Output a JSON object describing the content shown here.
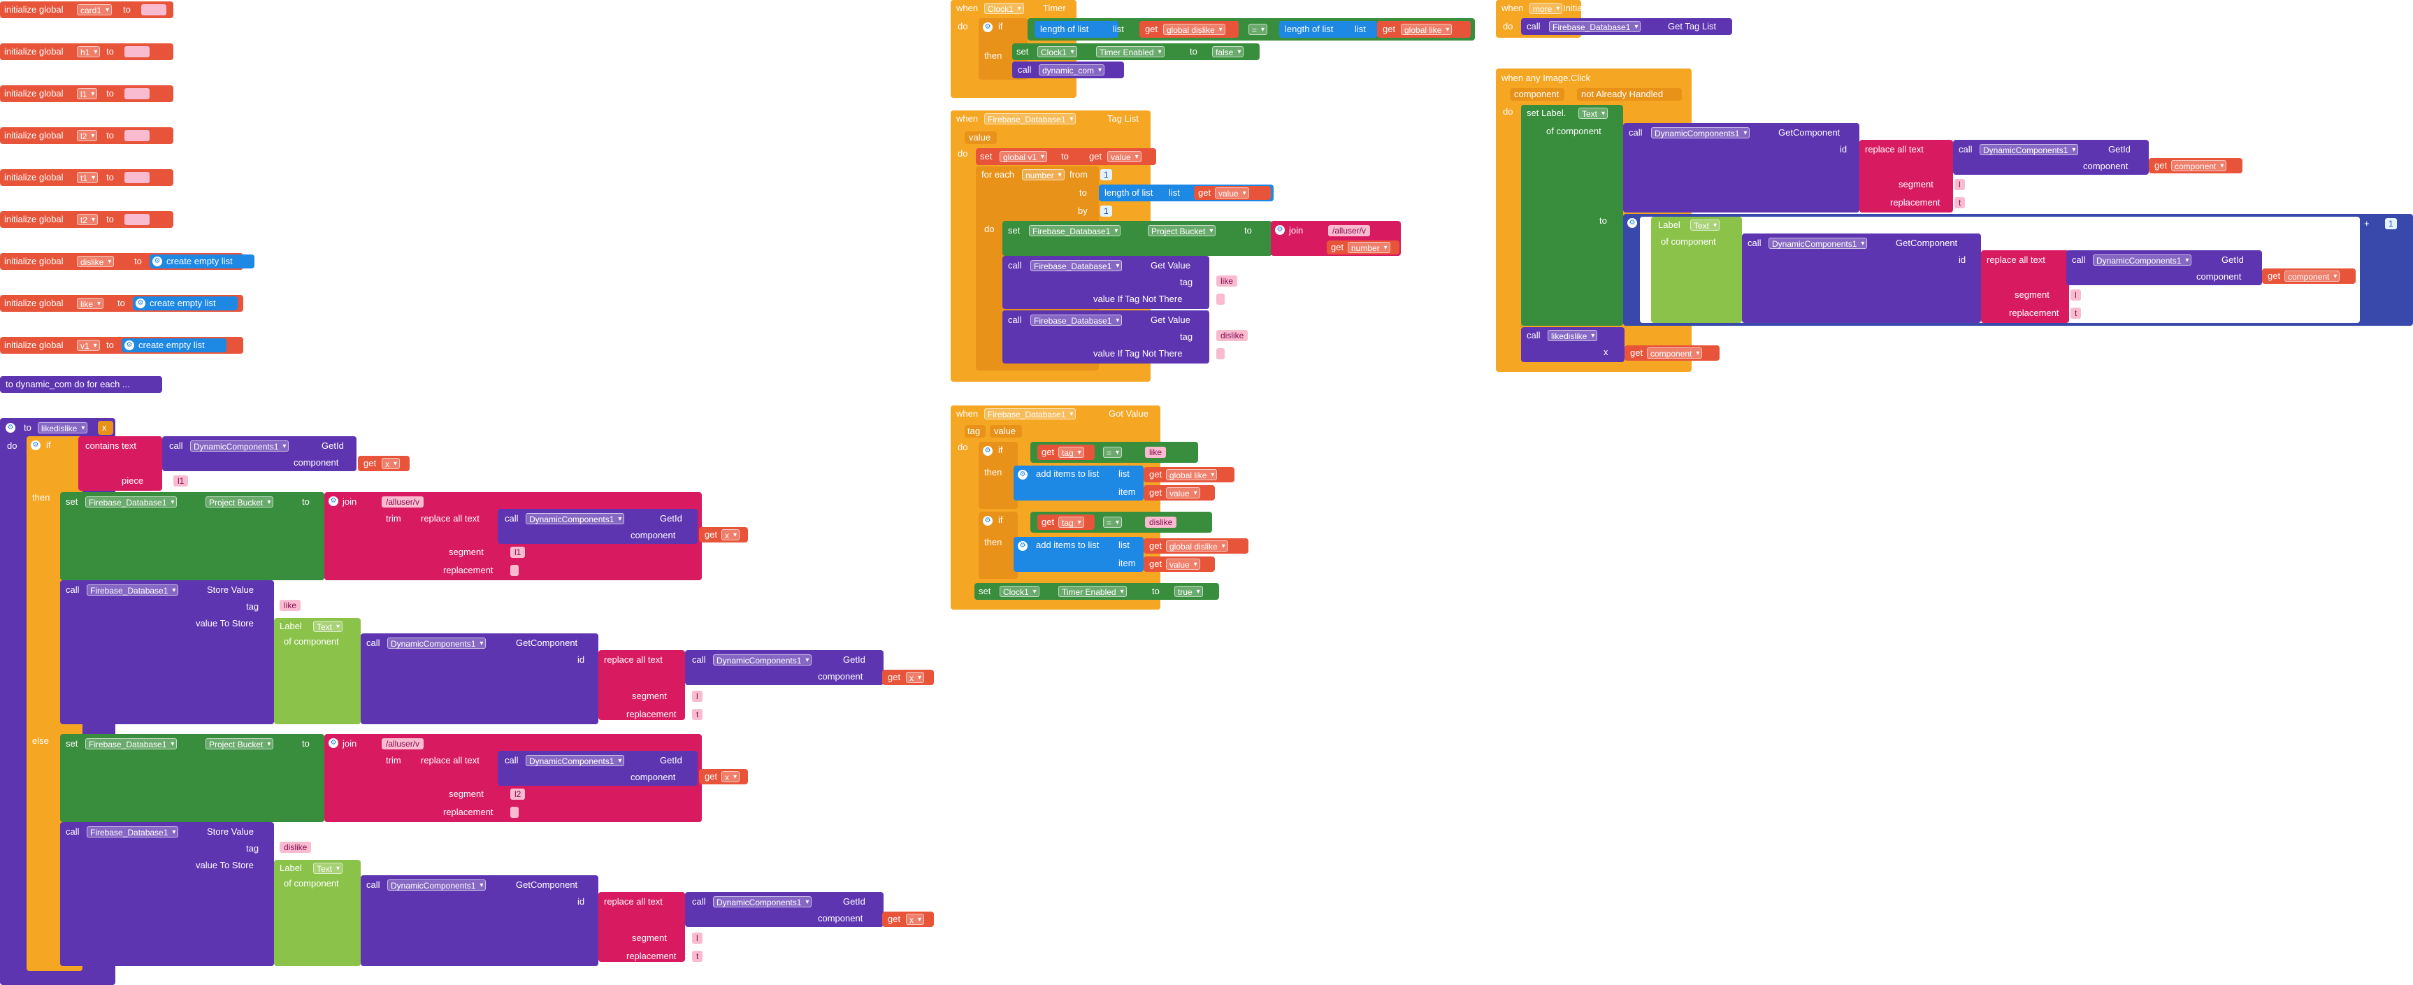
{
  "left": {
    "inits": [
      {
        "label": "initialize global",
        "name": "card1",
        "to": "to",
        "value": " "
      },
      {
        "label": "initialize global",
        "name": "h1",
        "to": "to",
        "value": " "
      },
      {
        "label": "initialize global",
        "name": "l1",
        "to": "to",
        "value": " "
      },
      {
        "label": "initialize global",
        "name": "l2",
        "to": "to",
        "value": " "
      },
      {
        "label": "initialize global",
        "name": "t1",
        "to": "to",
        "value": " "
      },
      {
        "label": "initialize global",
        "name": "t2",
        "to": "to",
        "value": " "
      },
      {
        "label": "initialize global",
        "name": "dislike",
        "to": "to",
        "value": "create empty list"
      },
      {
        "label": "initialize global",
        "name": "like",
        "to": "to",
        "value": "create empty list"
      },
      {
        "label": "initialize global",
        "name": "v1",
        "to": "to",
        "value": "create empty list"
      }
    ],
    "dynamic_proc": "to dynamic_com do for each ...",
    "proc": {
      "to": "to",
      "name": "likedislike",
      "param": "x",
      "do": "do",
      "if": "if",
      "contains_text": "contains text",
      "call": "call",
      "dc": "DynamicComponents1",
      "getid": "GetId",
      "component": "component",
      "get": "get",
      "x": "x",
      "piece": "piece",
      "piece_val": "l1",
      "then": "then",
      "else": "else",
      "set": "set",
      "fb": "Firebase_Database1",
      "project_bucket": "Project Bucket",
      "to2": "to",
      "join": "join",
      "path": "/alluser/v",
      "trim": "trim",
      "replace_all": "replace all text",
      "segment": "segment",
      "replacement": "replacement",
      "seg1": "l1",
      "seg2": "l2",
      "blank": " ",
      "store_value": "Store Value",
      "tag": "tag",
      "like": "like",
      "dislike": "dislike",
      "value_to_store": "value To Store",
      "label": "Label",
      "text": "Text",
      "of_component": "of component",
      "getcomponent": "GetComponent",
      "id": "id",
      "seg_t": "l",
      "seg_t2": "t"
    }
  },
  "mid": {
    "timer": {
      "when": "when",
      "clock": "Clock1",
      "event": "Timer",
      "do": "do",
      "if": "if",
      "length_of_list": "length of list",
      "list": "list",
      "get": "get",
      "global_dislike": "global dislike",
      "op": "=",
      "global_like": "global like",
      "then": "then",
      "set": "set",
      "timer_enabled": "Timer Enabled",
      "to": "to",
      "false": "false",
      "call": "call",
      "dynamic_com": "dynamic_com"
    },
    "taglist": {
      "when": "when",
      "fb": "Firebase_Database1",
      "event": "Tag List",
      "value": "value",
      "do": "do",
      "set": "set",
      "global_v1": "global v1",
      "to": "to",
      "get": "get",
      "for_each": "for each",
      "number": "number",
      "from": "from",
      "one": "1",
      "length_of_list": "length of list",
      "list": "list",
      "by": "by",
      "project_bucket": "Project Bucket",
      "join": "join",
      "path": "/alluser/v",
      "call": "call",
      "getvalue": "Get Value",
      "tag": "tag",
      "like": "like",
      "dislike": "dislike",
      "value_if": "value If Tag Not There",
      "blank": " "
    },
    "gotvalue": {
      "when": "when",
      "fb": "Firebase_Database1",
      "event": "Got Value",
      "tag": "tag",
      "value": "value",
      "do": "do",
      "if": "if",
      "get": "get",
      "op": "=",
      "like": "like",
      "dislike": "dislike",
      "then": "then",
      "add_items": "add items to list",
      "list": "list",
      "global_like": "global like",
      "global_dislike": "global dislike",
      "item": "item",
      "set": "set",
      "clock": "Clock1",
      "timer_enabled": "Timer Enabled",
      "to": "to",
      "true": "true"
    }
  },
  "right": {
    "init": {
      "when": "when",
      "more": "more",
      "event": "Initialize",
      "do": "do",
      "call": "call",
      "fb": "Firebase_Database1",
      "get_tag_list": "Get Tag List"
    },
    "click": {
      "when": "when any Image.Click",
      "component": "component",
      "not_handled": "not Already Handled",
      "do": "do",
      "set_label": "set Label.",
      "text": "Text",
      "of_component": "of component",
      "call": "call",
      "dc": "DynamicComponents1",
      "getcomponent": "GetComponent",
      "id": "id",
      "replace_all": "replace all text",
      "getid": "GetId",
      "get": "get",
      "segment": "segment",
      "replacement": "replacement",
      "seg": "l",
      "rep": "t",
      "to": "to",
      "label": "Label",
      "plus": "+",
      "one": "1",
      "likedislike": "likedislike",
      "x": "x"
    }
  }
}
